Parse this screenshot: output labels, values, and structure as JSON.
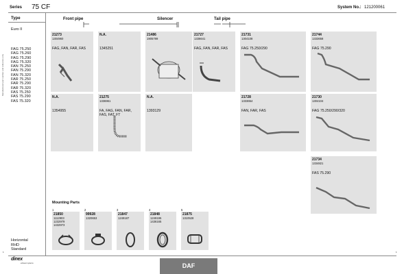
{
  "header": {
    "series_label": "Series",
    "series_value": "75 CF",
    "system_label": "System No.:",
    "system_value": "121200061"
  },
  "side": {
    "type_label": "Type",
    "emission": "Euro II",
    "models": [
      "FAG 75.250",
      "FAG 75.260",
      "FAG 75.290",
      "FAG 75.320",
      "FAN 75.250",
      "FAN 75.290",
      "FAN 75.320",
      "FAR 75.250",
      "FAR 75.290",
      "FAR 75.320",
      "FAS 75.250",
      "FAS 75.290",
      "FAS 75.320"
    ],
    "vertical_note": "Manufactured part number and reference only",
    "bottom": [
      "Horizontal",
      "RHD",
      "Standard"
    ]
  },
  "sections": {
    "front": "Front pipe",
    "silencer": "Silencer",
    "tail": "Tail pipe"
  },
  "parts": [
    {
      "pno": "21273",
      "oem": "1304960",
      "desc": "FAG, FAN, FAR, FAS"
    },
    {
      "pno": "N.A.",
      "oem": "",
      "desc": "1345251"
    },
    {
      "pno": "21486",
      "oem": "1905789",
      "desc": ""
    },
    {
      "pno": "21727",
      "oem": "1336641",
      "desc": "FAG, FAN, FAR, FAS"
    },
    {
      "pno": "21731",
      "oem": "1304108",
      "desc": "FAG 75.250/290"
    },
    {
      "pno": "21744",
      "oem": "1333658",
      "desc": "FAG 75.290"
    },
    {
      "pno": "N.A.",
      "oem": "",
      "desc": "1354955"
    },
    {
      "pno": "21275",
      "oem": "1336961",
      "desc": "FA, FAG, FAN, FAR, FAS, FAT, FT"
    },
    {
      "pno": "N.A.",
      "oem": "",
      "desc": "1393129"
    },
    {
      "pno": "21728",
      "oem": "1333654",
      "desc": "FAN, FAR, FAS"
    },
    {
      "pno": "21730",
      "oem": "1304104",
      "desc": "FAG 75.250/290/320"
    },
    {
      "pno": "21734",
      "oem": "1334821",
      "desc": "FAS 75.290"
    }
  ],
  "mounting": {
    "title": "Mounting Parts",
    "items": [
      {
        "n": "1",
        "pno": "21850",
        "oem": [
          "1112903",
          "1232979",
          "1432973"
        ]
      },
      {
        "n": "2",
        "pno": "99928",
        "oem": [
          "1320653"
        ]
      },
      {
        "n": "3",
        "pno": "21847",
        "oem": [
          "1249187"
        ]
      },
      {
        "n": "4",
        "pno": "21848",
        "oem": [
          "1249195",
          "1436165"
        ]
      },
      {
        "n": "5",
        "pno": "21875",
        "oem": [
          "1310528"
        ]
      }
    ]
  },
  "brand": "DAF",
  "logo": "dinex",
  "logo_sub": "exhaust systems",
  "page_left": "1",
  "page_right": "1"
}
